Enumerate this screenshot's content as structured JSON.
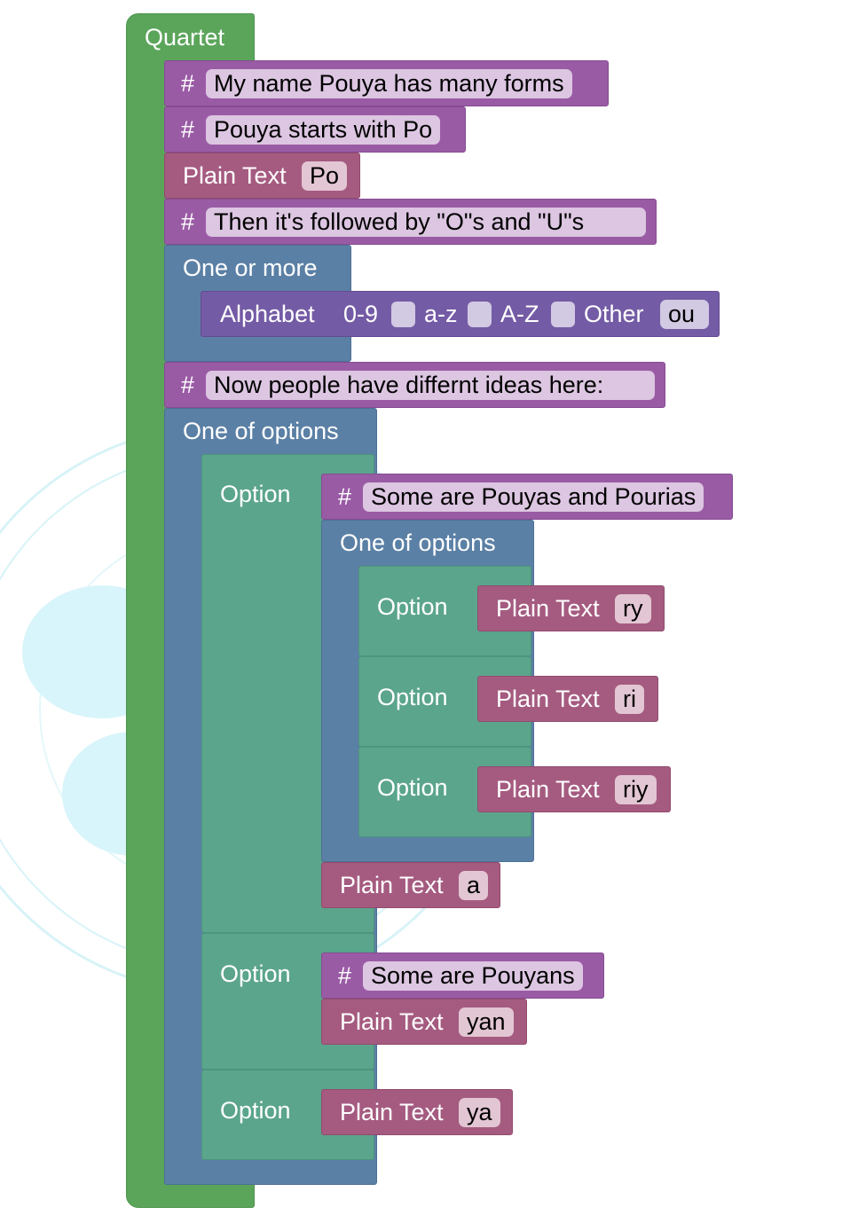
{
  "workspace": {
    "root": {
      "label": "Quartet"
    },
    "comments": {
      "c1": "My name Pouya has many forms",
      "c2": "Pouya starts with Po",
      "c3": "Then it's followed by \"O\"s and \"U\"s",
      "c4": "Now people have differnt ideas here:",
      "c5": "Some are Pouyas and Pourias",
      "c6": "Some are Pouyans"
    },
    "comment_symbol": "#",
    "plain_text_label": "Plain Text",
    "plain_text_values": {
      "po": "Po",
      "ry": "ry",
      "ri": "ri",
      "riy": "riy",
      "a": "a",
      "yan": "yan",
      "ya": "ya"
    },
    "one_or_more_label": "One or more",
    "one_of_options_label": "One of options",
    "option_label": "Option",
    "alphabet": {
      "label": "Alphabet",
      "digits_label": "0-9",
      "digits_checked": false,
      "lower_label": "a-z",
      "lower_checked": false,
      "upper_label": "A-Z",
      "upper_checked": false,
      "other_label": "Other",
      "other_value": "ou"
    }
  },
  "colors": {
    "quartet": "#5ba55b",
    "group": "#5b80a5",
    "option": "#5ba58c",
    "comment": "#9a5ba5",
    "plain_text": "#a55b80",
    "alphabet": "#745ba5"
  }
}
